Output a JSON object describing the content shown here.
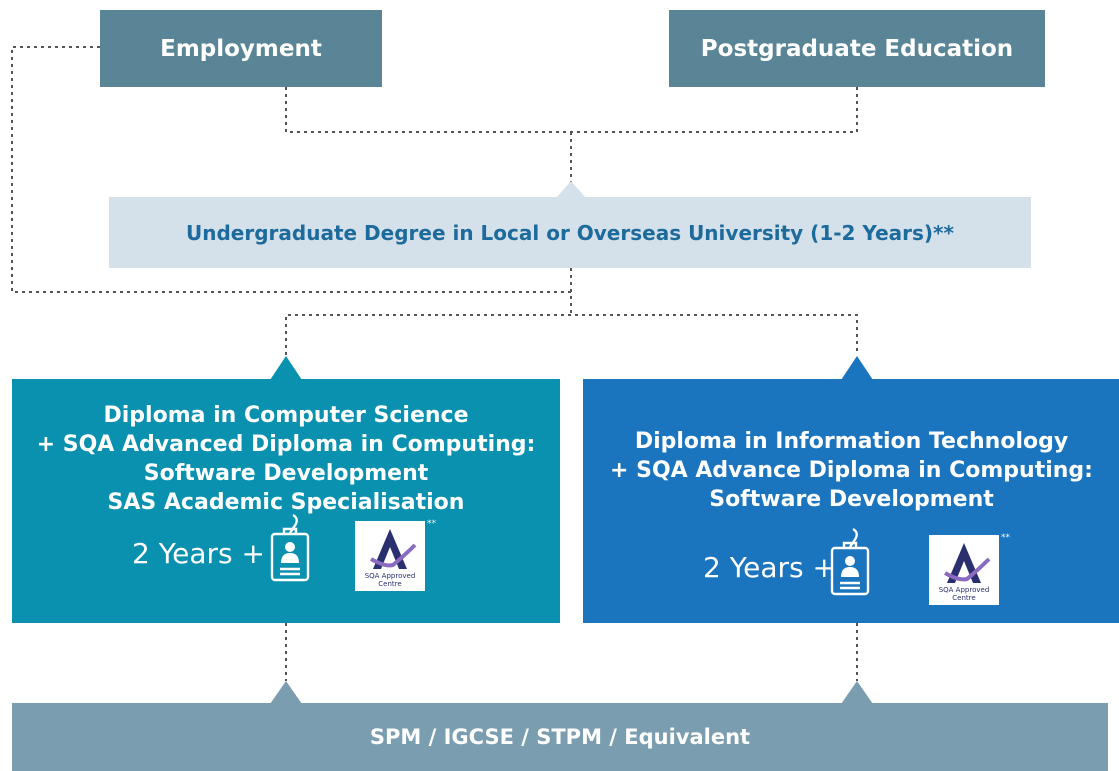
{
  "top": {
    "employment": "Employment",
    "postgraduate": "Postgraduate Education"
  },
  "undergrad": {
    "label": "Undergraduate Degree in Local or Overseas University (1-2 Years)**"
  },
  "programmes": {
    "left": {
      "lines": [
        "Diploma in Computer Science",
        "+ SQA Advanced Diploma in Computing:",
        "Software Development",
        "SAS Academic Specialisation"
      ],
      "duration": "2 Years +",
      "logo_text": "SQA Approved Centre",
      "logo_mark": "**"
    },
    "right": {
      "lines": [
        "Diploma in Information Technology",
        "+ SQA Advance Diploma in Computing:",
        "Software Development"
      ],
      "duration": "2 Years +",
      "logo_text": "SQA Approved Centre",
      "logo_mark": "**"
    }
  },
  "entry": {
    "label": "SPM / IGCSE / STPM / Equivalent"
  },
  "icons": {
    "id_badge": "id-badge-icon",
    "sqa_logo": "sqa-approved-centre-logo"
  },
  "colors": {
    "slate": "#5a8596",
    "undergrad_bg": "#d5e1ea",
    "undergrad_text": "#1d6a9c",
    "teal": "#0a91b0",
    "blue": "#1b74be",
    "entry_bg": "#7a9db0",
    "connector": "#555555"
  }
}
